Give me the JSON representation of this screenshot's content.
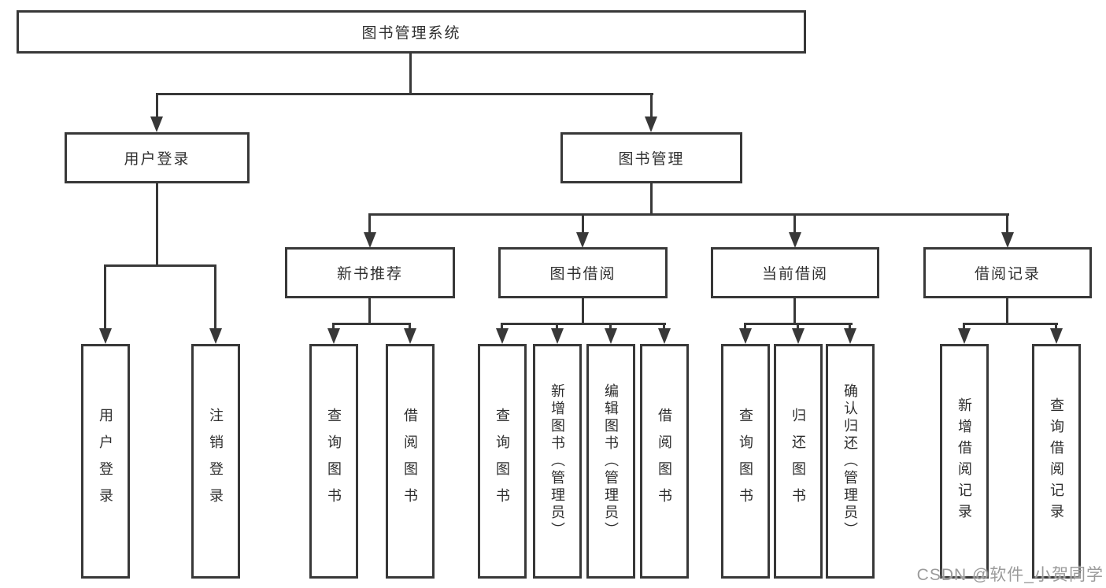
{
  "diagram": {
    "root": {
      "label": "图书管理系统",
      "children": [
        {
          "label": "用户登录",
          "children": [
            {
              "label": "用户登录"
            },
            {
              "label": "注销登录"
            }
          ]
        },
        {
          "label": "图书管理",
          "children": [
            {
              "label": "新书推荐",
              "children": [
                {
                  "label": "查询图书"
                },
                {
                  "label": "借阅图书"
                }
              ]
            },
            {
              "label": "图书借阅",
              "children": [
                {
                  "label": "查询图书"
                },
                {
                  "label": "新增图书（管理员）"
                },
                {
                  "label": "编辑图书（管理员）"
                },
                {
                  "label": "借阅图书"
                }
              ]
            },
            {
              "label": "当前借阅",
              "children": [
                {
                  "label": "查询图书"
                },
                {
                  "label": "归还图书"
                },
                {
                  "label": "确认归还（管理员）"
                }
              ]
            },
            {
              "label": "借阅记录",
              "children": [
                {
                  "label": "新增借阅记录"
                },
                {
                  "label": "查询借阅记录"
                }
              ]
            }
          ]
        }
      ]
    }
  },
  "watermark": {
    "text": "CSDN @软件_小贺同学"
  },
  "colors": {
    "line": "#383838",
    "text": "#2f2f2f",
    "background": "#ffffff",
    "watermark": "#9b9b9b"
  }
}
